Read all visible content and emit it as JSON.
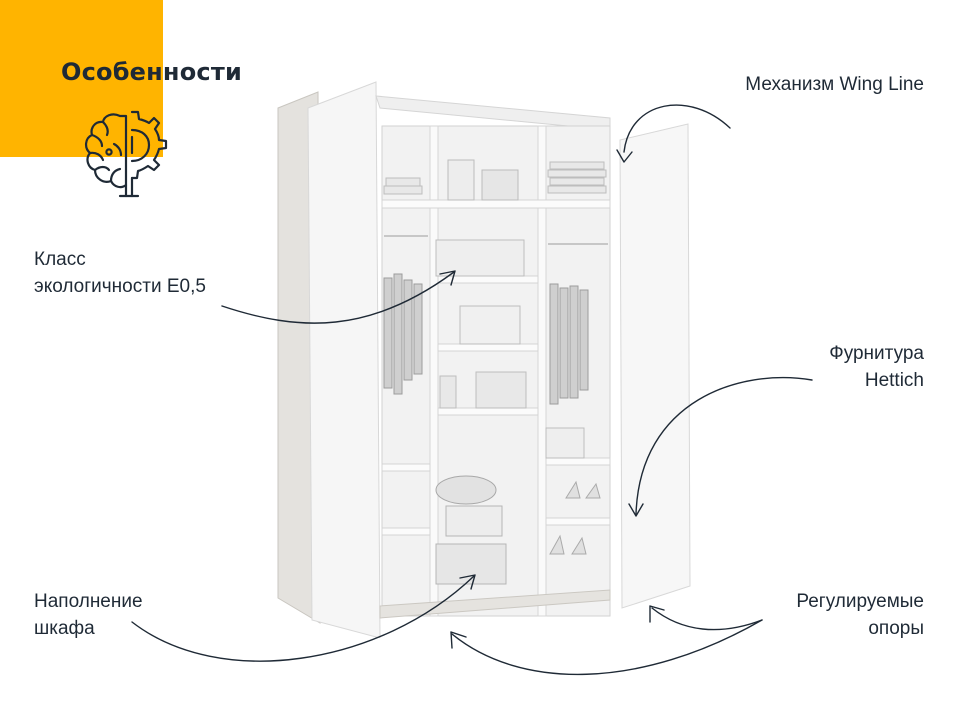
{
  "title": "Особенности",
  "colors": {
    "accent": "#FFB400",
    "text": "#1F2A36",
    "line": "#1F2A36"
  },
  "icons": {
    "brand": "brain-gear-icon",
    "arrow": "curved-arrow-icon"
  },
  "features": {
    "wing_line": {
      "line1": "Механизм Wing Line"
    },
    "eco_class": {
      "line1": "Класс",
      "line2": "экологичности Е0,5"
    },
    "hettich": {
      "line1": "Фурнитура",
      "line2": "Hettich"
    },
    "filling": {
      "line1": "Наполнение",
      "line2": "шкафа"
    },
    "supports": {
      "line1": "Регулируемые",
      "line2": "опоры"
    }
  }
}
